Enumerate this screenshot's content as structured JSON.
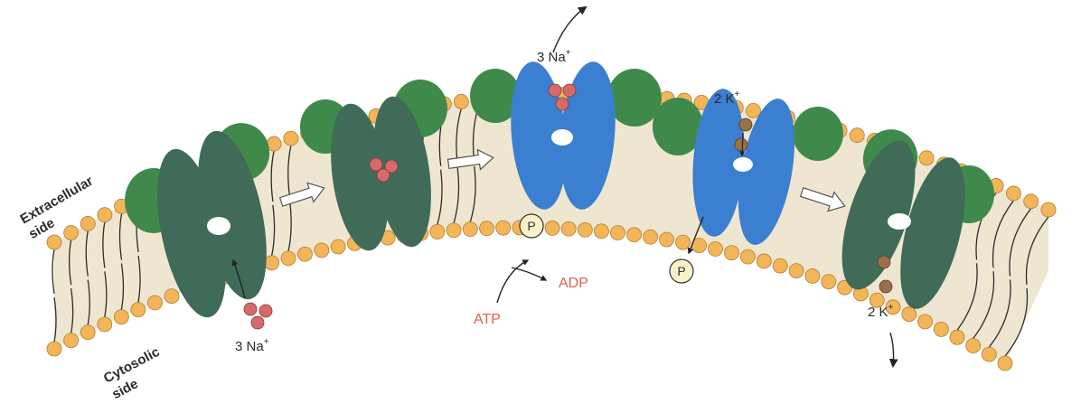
{
  "labels": {
    "extracellular_side": [
      "Extracellular",
      "side"
    ],
    "cytosolic_side": [
      "Cytosolic",
      "side"
    ],
    "na_in": "3 Na",
    "na_out": "3 Na",
    "k_out": "2 K",
    "k_in": "2 K",
    "charge": "+",
    "atp": "ATP",
    "adp": "ADP",
    "phosphate": "P"
  },
  "colors": {
    "membrane": "#efe6d1",
    "lipid_head": "#f2b55a",
    "tail": "#2c2c2c",
    "pump_dark": "#3f6b58",
    "pump_blue": "#3a7fd0",
    "beta_green": "#3f8a4a",
    "sodium": "#d66a6a",
    "potassium": "#9a7048",
    "atp_text": "#e0604a"
  },
  "states": [
    {
      "step": 1,
      "conformation": "open-to-cytosol",
      "ions_bound": "none"
    },
    {
      "step": 2,
      "conformation": "occluded",
      "ions_bound": "3 Na+"
    },
    {
      "step": 3,
      "conformation": "phosphorylated, open-to-extracellular",
      "ions_bound": "3 Na+ released"
    },
    {
      "step": 4,
      "conformation": "phosphorylated, K+ binding",
      "ions_bound": "2 K+"
    },
    {
      "step": 5,
      "conformation": "dephosphorylated, open-to-cytosol",
      "ions_bound": "2 K+ released"
    }
  ]
}
